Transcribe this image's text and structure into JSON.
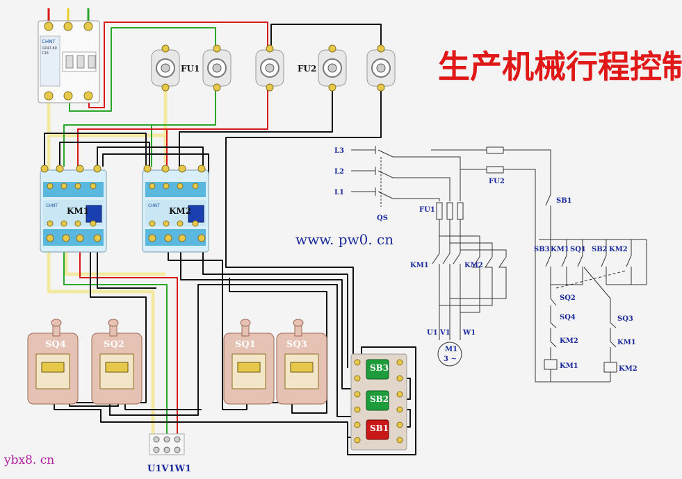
{
  "title": "生产机械行程控制电路",
  "watermark_center": "www. pw0. cn",
  "watermark_corner": "ybx8. cn",
  "breaker": {
    "brand": "CHNT",
    "model": "DZ47-60",
    "rating": "C16"
  },
  "fuses": {
    "fu1": "FU1",
    "fu2": "FU2"
  },
  "contactors": {
    "km1": "KM1",
    "km2": "KM2",
    "brand": "CHNT"
  },
  "limit_switches": {
    "sq4": "SQ4",
    "sq2": "SQ2",
    "sq1": "SQ1",
    "sq3": "SQ3"
  },
  "buttons": {
    "sb3": "SB3",
    "sb2": "SB2",
    "sb1": "SB1"
  },
  "terminal_label": "U1V1W1",
  "schematic": {
    "l3": "L3",
    "l2": "L2",
    "l1": "L1",
    "qs": "QS",
    "fu1": "FU1",
    "fu2": "FU2",
    "km1_main": "KM1",
    "km2_main": "KM2",
    "u1": "U1",
    "v1": "V1",
    "w1": "W1",
    "motor": "M1",
    "motor_type": "3 ~",
    "sb1": "SB1",
    "sb3": "SB3",
    "km1_aux": "KM1",
    "sq1_a": "SQ1",
    "sb2": "SB2",
    "km2_aux": "KM2",
    "sq2": "SQ2",
    "sq4": "SQ4",
    "sq3": "SQ3",
    "km2_interlock": "KM2",
    "km1_interlock": "KM1",
    "km1_coil": "KM1",
    "km2_coil": "KM2"
  },
  "colors": {
    "phase_l1": "#e0b400",
    "phase_l2": "#2aa62a",
    "phase_l3": "#d81818",
    "title": "#e01818",
    "schematic": "#1a2a9c"
  }
}
